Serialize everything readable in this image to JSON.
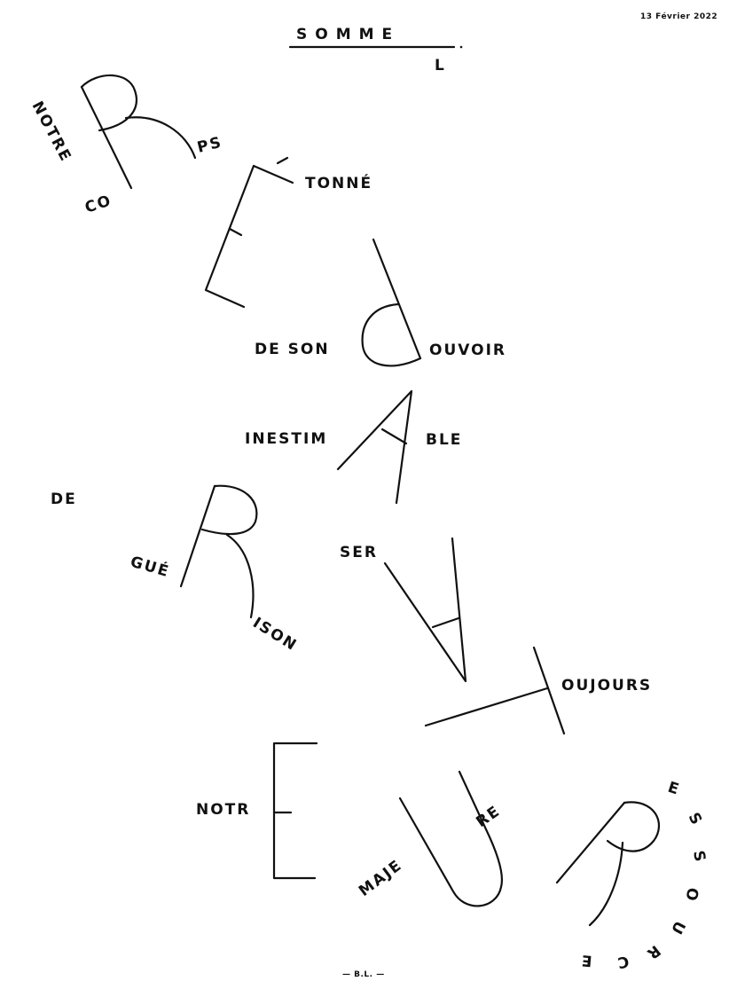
{
  "date": "13 Février 2022",
  "title": "SOMME",
  "title_end": "L",
  "signature": "— B.L. —",
  "words": {
    "notre": "NOTRE",
    "co": "CO",
    "ps": "PS",
    "tonne": "TONNÉ",
    "de_son": "DE SON",
    "ouvoir": "OUVOIR",
    "inestim": "INESTIM",
    "ble": "BLE",
    "de": "DE",
    "gue": "GUÉ",
    "ison": "ISON",
    "ser": "SER",
    "oujours": "OUJOURS",
    "notr": "NOTR",
    "maje": "MAJE",
    "re": "RE",
    "e": "E",
    "s1": "S",
    "s2": "S",
    "o": "O",
    "u": "U",
    "r": "R",
    "c": "C",
    "e2": "E"
  },
  "colors": {
    "ink": "#111111",
    "paper": "#ffffff"
  }
}
